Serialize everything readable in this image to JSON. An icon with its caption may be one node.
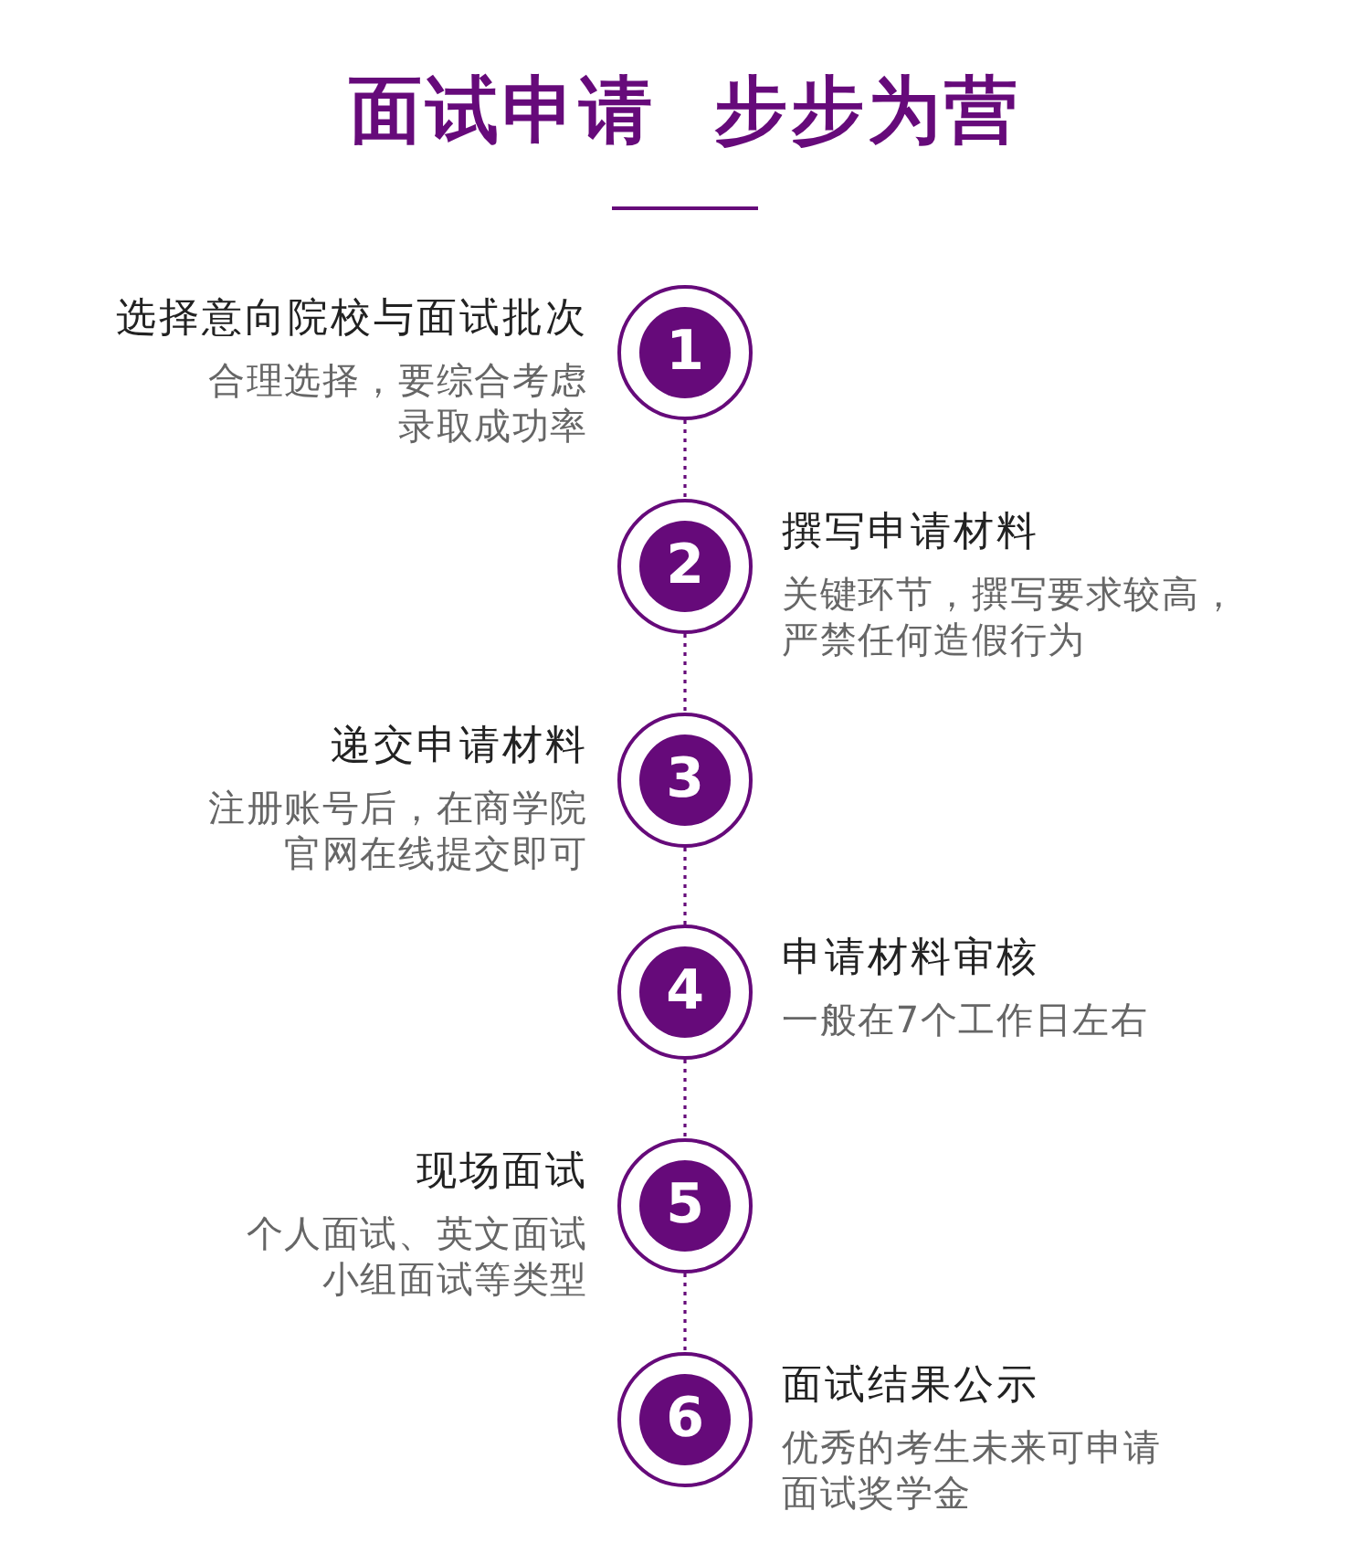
{
  "diagram": {
    "title": "面试申请  步步为营",
    "nodes": [
      {
        "text": [
          "1"
        ],
        "beside": [
          "选择意向院校与面试批次",
          "合理选择，要综合考虑录取成功率"
        ]
      },
      {
        "text": [
          "2"
        ],
        "beside": [
          "撰写申请材料",
          "关键环节，撰写要求较高，严禁任何造假行为"
        ]
      },
      {
        "text": [
          "3"
        ],
        "beside": [
          "递交申请材料",
          "注册账号后，在商学院官网在线提交即可"
        ]
      },
      {
        "text": [
          "4"
        ],
        "beside": [
          "申请材料审核",
          "一般在7个工作日左右"
        ]
      },
      {
        "text": [
          "5"
        ],
        "beside": [
          "现场面试",
          "个人面试、英文面试小组面试等类型"
        ]
      },
      {
        "text": [
          "6"
        ],
        "beside": [
          "面试结果公示",
          "优秀的考生未来可申请面试奖学金"
        ]
      }
    ],
    "edges": [
      {
        "from": 0,
        "to": 1,
        "arrow": "none",
        "style": "dashed"
      },
      {
        "from": 1,
        "to": 2,
        "arrow": "none",
        "style": "dashed"
      },
      {
        "from": 2,
        "to": 3,
        "arrow": "none",
        "style": "dashed"
      },
      {
        "from": 3,
        "to": 4,
        "arrow": "none",
        "style": "dashed"
      },
      {
        "from": 4,
        "to": 5,
        "arrow": "none",
        "style": "dashed"
      }
    ]
  }
}
